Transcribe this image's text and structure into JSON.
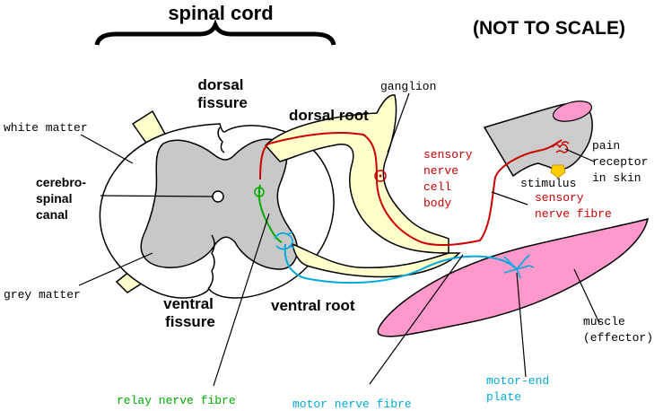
{
  "title": "spinal cord",
  "scale_note": "(NOT TO SCALE)",
  "labels": {
    "dorsal_fissure_1": "dorsal",
    "dorsal_fissure_2": "fissure",
    "dorsal_root": "dorsal root",
    "ganglion": "ganglion",
    "white_matter": "white matter",
    "cerebro_1": "cerebro-",
    "cerebro_2": "spinal",
    "cerebro_3": "canal",
    "grey_matter": "grey matter",
    "ventral_fissure_1": "ventral",
    "ventral_fissure_2": "fissure",
    "ventral_root": "ventral root",
    "sensory_cell_1": "sensory",
    "sensory_cell_2": "nerve",
    "sensory_cell_3": "cell",
    "sensory_cell_4": "body",
    "pain_1": "pain",
    "pain_2": "receptor",
    "pain_3": "in skin",
    "stimulus": "stimulus",
    "sensory_fibre_1": "sensory",
    "sensory_fibre_2": "nerve fibre",
    "muscle_1": "muscle",
    "muscle_2": "(effector)",
    "motor_end_1": "motor-end",
    "motor_end_2": "plate",
    "relay_fibre": "relay nerve fibre",
    "motor_fibre": "motor nerve fibre"
  },
  "colors": {
    "outline": "#000000",
    "grey_matter": "#c8c8c8",
    "root": "#ffffcc",
    "sensory": "#cc0000",
    "relay": "#00aa00",
    "motor": "#00aadd",
    "muscle": "#ff99cc",
    "skin": "#cccccc",
    "stimulus": "#ffcc00"
  }
}
